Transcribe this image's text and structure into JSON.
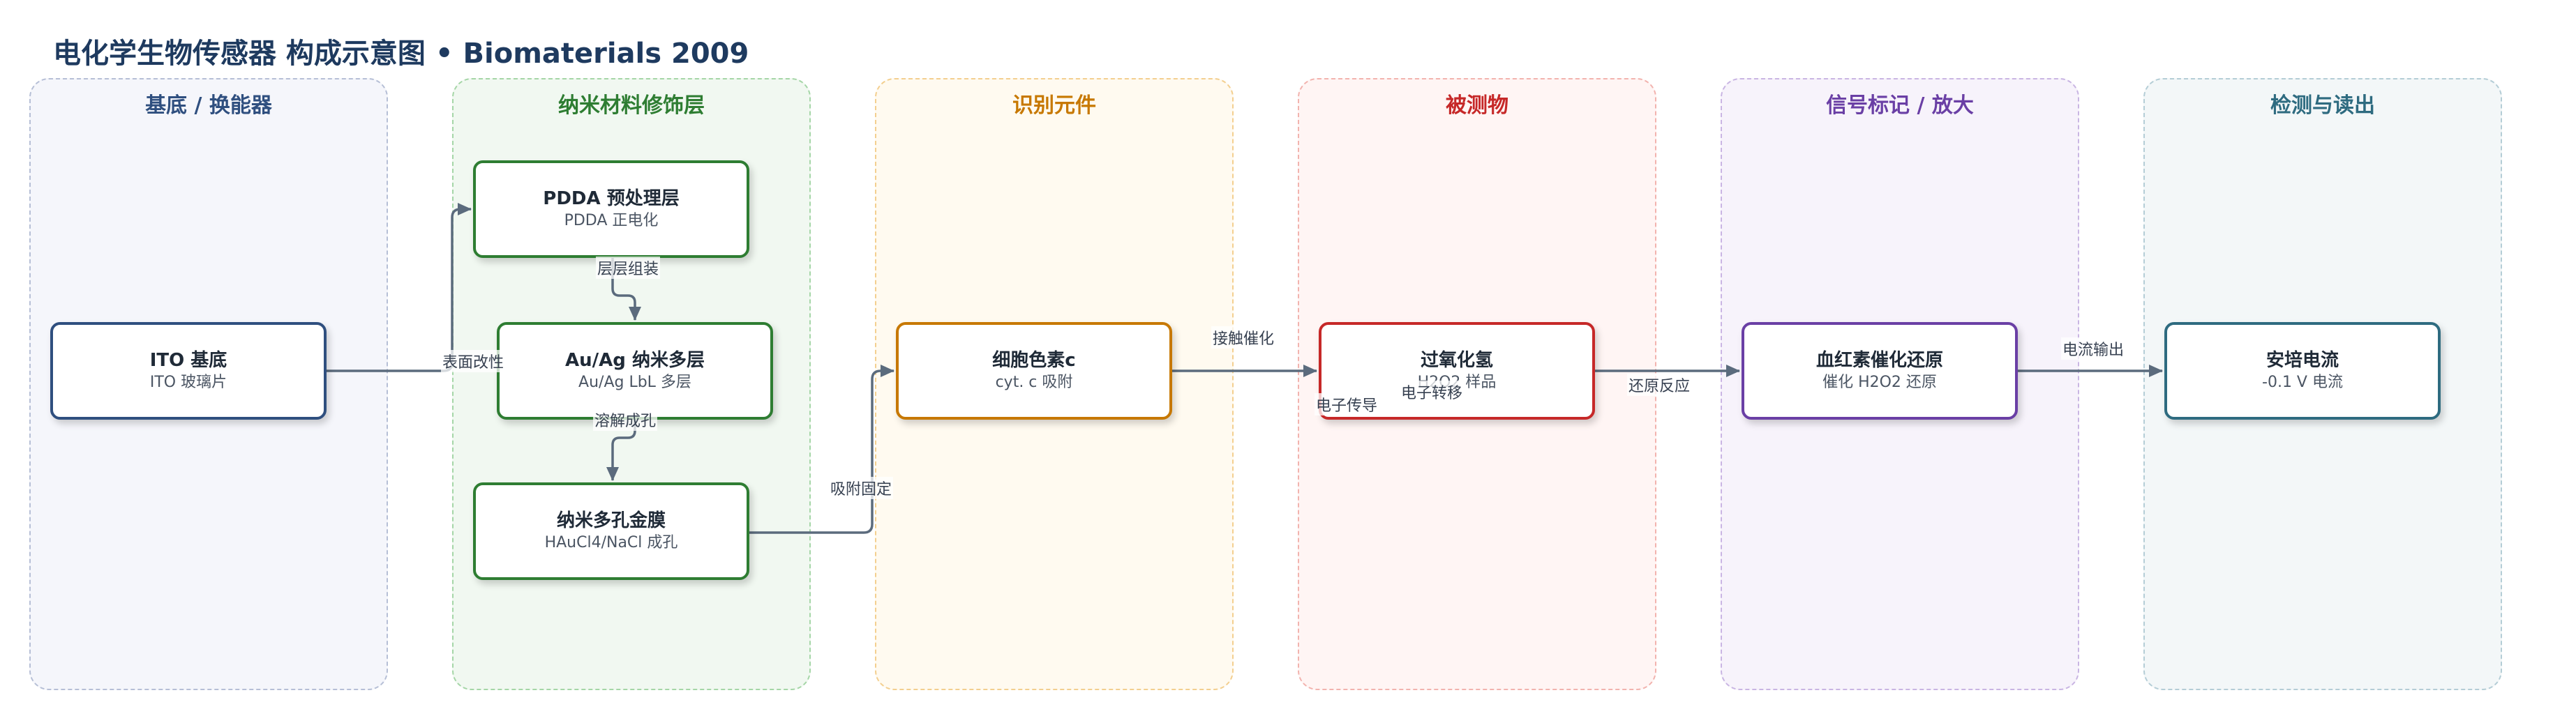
{
  "title": {
    "main": "电化学生物传感器 构成示意图",
    "separator": "•",
    "source": "Biomaterials 2009"
  },
  "lanes": [
    {
      "label": "基底 / 换能器",
      "color": "#2f4f7f",
      "bg": "#f5f6fb",
      "border": "#b6bfd6"
    },
    {
      "label": "纳米材料修饰层",
      "color": "#2e7d32",
      "bg": "#f1f8f1",
      "border": "#a5d6a7"
    },
    {
      "label": "识别元件",
      "color": "#c77800",
      "bg": "#fffaf0",
      "border": "#f3cf8f"
    },
    {
      "label": "被测物",
      "color": "#c62828",
      "bg": "#fff5f4",
      "border": "#f2b3ae"
    },
    {
      "label": "信号标记 / 放大",
      "color": "#6a3fa5",
      "bg": "#f7f3fb",
      "border": "#c9b5e3"
    },
    {
      "label": "检测与读出",
      "color": "#2e6b80",
      "bg": "#f3f7f8",
      "border": "#b4cdd6"
    }
  ],
  "nodes": {
    "ito": {
      "title": "ITO 基底",
      "sub": "ITO 玻璃片",
      "color": "#2f4f7f"
    },
    "pdda": {
      "title": "PDDA 预处理层",
      "sub": "PDDA 正电化",
      "color": "#2e7d32"
    },
    "auag": {
      "title": "Au/Ag 纳米多层",
      "sub": "Au/Ag LbL 多层",
      "color": "#2e7d32"
    },
    "npg": {
      "title": "纳米多孔金膜",
      "sub": "HAuCl4/NaCl 成孔",
      "color": "#2e7d32"
    },
    "cytc": {
      "title": "细胞色素c",
      "sub": "cyt. c 吸附",
      "color": "#c77800"
    },
    "h2o2": {
      "title": "过氧化氢",
      "sub": "H2O2 样品",
      "color": "#c62828"
    },
    "hemo": {
      "title": "血红素催化还原",
      "sub": "催化 H2O2 还原",
      "color": "#6a3fa5"
    },
    "amp": {
      "title": "安培电流",
      "sub": "-0.1 V 电流",
      "color": "#2e6b80"
    }
  },
  "edge_labels": {
    "surface_mod": "表面改性",
    "layer_assembly": "层层组装",
    "dissolve_pore": "溶解成孔",
    "adsorb_fix": "吸附固定",
    "contact_cat": "接触催化",
    "electron_conduct": "电子传导",
    "electron_transfer": "电子转移",
    "reduction": "还原反应",
    "current_out": "电流输出"
  }
}
